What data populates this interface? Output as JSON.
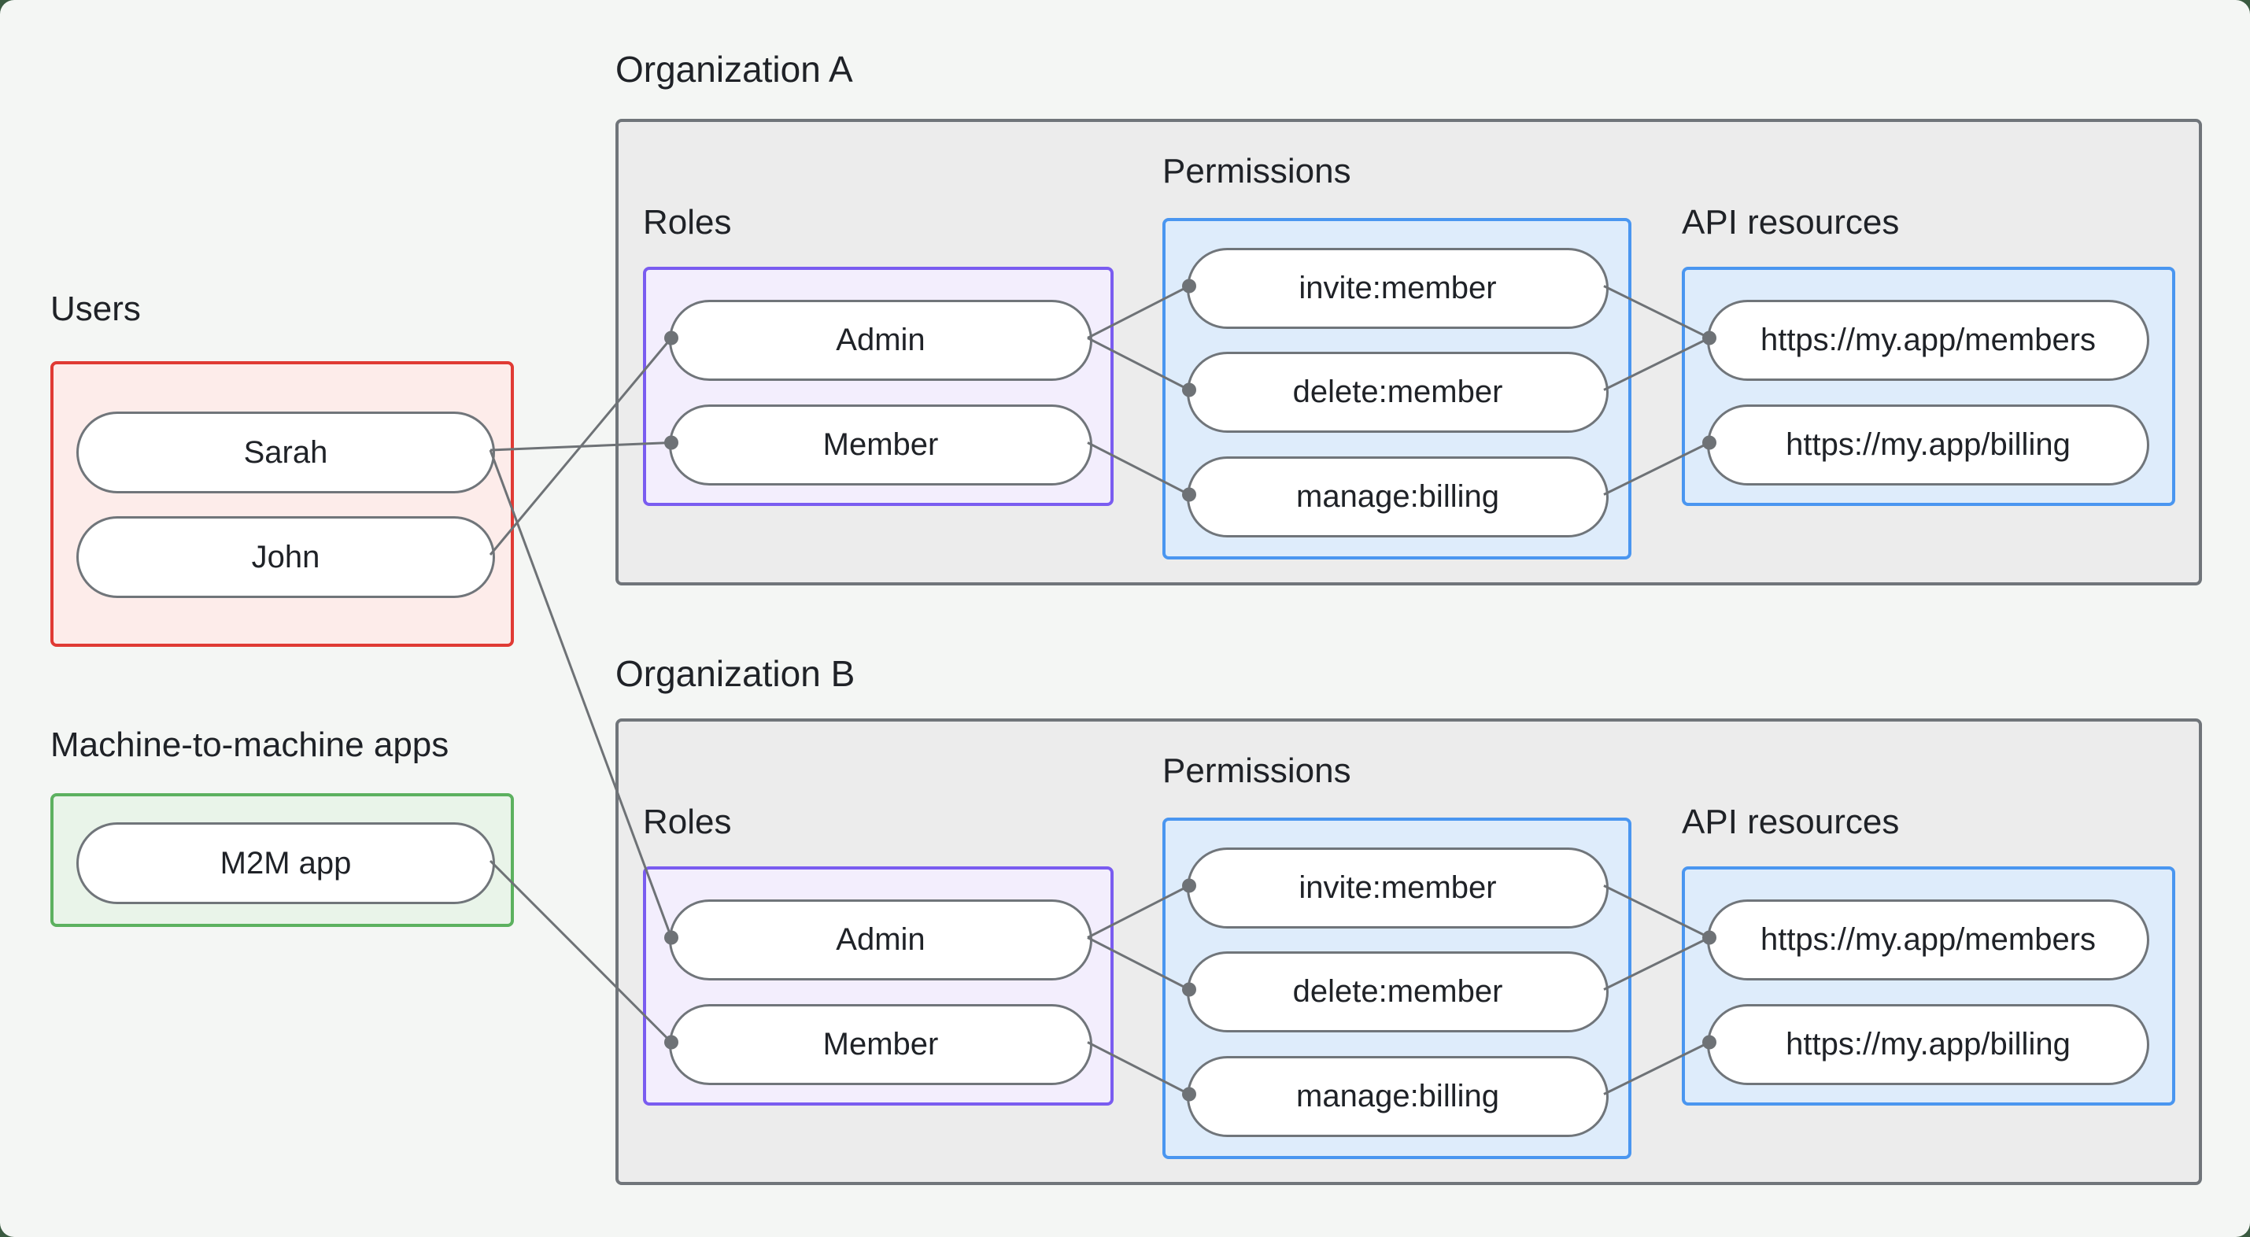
{
  "diagram": {
    "users_group": {
      "label": "Users",
      "items": [
        {
          "id": "sarah",
          "label": "Sarah"
        },
        {
          "id": "john",
          "label": "John"
        }
      ]
    },
    "m2m_group": {
      "label": "Machine-to-machine apps",
      "items": [
        {
          "id": "m2m",
          "label": "M2M app"
        }
      ]
    },
    "orgs": {
      "a": {
        "title": "Organization A",
        "roles_label": "Roles",
        "permissions_label": "Permissions",
        "api_label": "API resources",
        "roles": [
          "Admin",
          "Member"
        ],
        "permissions": [
          "invite:member",
          "delete:member",
          "manage:billing"
        ],
        "api_resources": [
          "https://my.app/members",
          "https://my.app/billing"
        ]
      },
      "b": {
        "title": "Organization B",
        "roles_label": "Roles",
        "permissions_label": "Permissions",
        "api_label": "API resources",
        "roles": [
          "Admin",
          "Member"
        ],
        "permissions": [
          "invite:member",
          "delete:member",
          "manage:billing"
        ],
        "api_resources": [
          "https://my.app/members",
          "https://my.app/billing"
        ]
      }
    },
    "edges": [
      [
        "sarah",
        "memberA"
      ],
      [
        "john",
        "adminA"
      ],
      [
        "sarah",
        "adminB"
      ],
      [
        "m2m",
        "memberB"
      ],
      [
        "adminA",
        "inviteA"
      ],
      [
        "adminA",
        "deleteA"
      ],
      [
        "memberA",
        "manageA"
      ],
      [
        "inviteA",
        "membersA"
      ],
      [
        "deleteA",
        "membersA"
      ],
      [
        "manageA",
        "billingA"
      ],
      [
        "adminB",
        "inviteB"
      ],
      [
        "adminB",
        "deleteB"
      ],
      [
        "memberB",
        "manageB"
      ],
      [
        "inviteB",
        "membersB"
      ],
      [
        "deleteB",
        "membersB"
      ],
      [
        "manageB",
        "billingB"
      ]
    ]
  },
  "colors": {
    "bg": "#f4f6f4",
    "text": "#1f2227",
    "gray": "#70757a",
    "orgFill": "#ececec",
    "red": "#e03a34",
    "redFill": "#fdecea",
    "green": "#5cb15f",
    "greenFill": "#e9f4e9",
    "purple": "#7a5cf0",
    "purpleFill": "#f3eefd",
    "blue": "#4a96f0",
    "blueFill": "#deecfb",
    "line": "#6e7276",
    "dot": "#6e7276"
  }
}
